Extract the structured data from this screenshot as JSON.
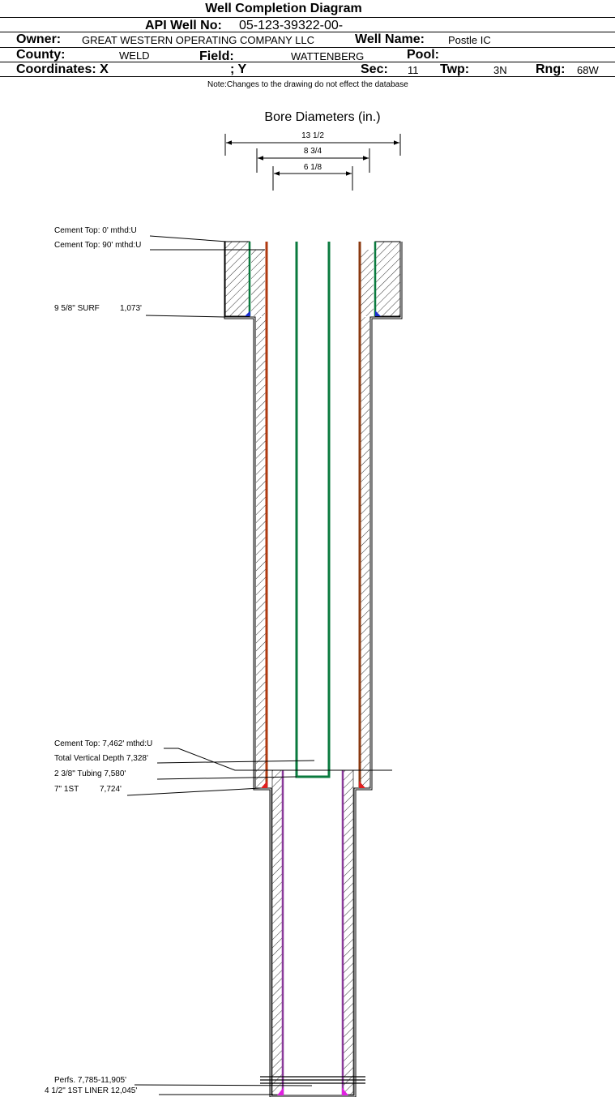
{
  "header": {
    "title": "Well Completion Diagram",
    "api_label": "API Well No:",
    "api_value": "05-123-39322-00-",
    "owner_label": "Owner:",
    "owner_value": "GREAT WESTERN OPERATING COMPANY LLC",
    "well_name_label": "Well Name:",
    "well_name_value": "Postle IC",
    "county_label": "County:",
    "county_value": "WELD",
    "field_label": "Field:",
    "field_value": "WATTENBERG",
    "pool_label": "Pool:",
    "pool_value": "",
    "coord_x_label": "Coordinates: X",
    "coord_y_label": "; Y",
    "sec_label": "Sec:",
    "sec_value": "11",
    "twp_label": "Twp:",
    "twp_value": "3N",
    "rng_label": "Rng:",
    "rng_value": "68W",
    "note": "Note:Changes to the drawing do not effect the database"
  },
  "bore_diameters": {
    "title": "Bore Diameters (in.)",
    "values": [
      "13 1/2",
      "8 3/4",
      "6 1/8"
    ]
  },
  "annotations": {
    "cement_top_surface": "Cement Top: 0' mthd:U",
    "cement_top_90": "Cement Top: 90' mthd:U",
    "surf_casing": "9 5/8\" SURF",
    "surf_depth": "1,073'",
    "cement_top_7462": "Cement Top: 7,462' mthd:U",
    "tvd": "Total Vertical Depth 7,328'",
    "tubing": "2 3/8\" Tubing 7,580'",
    "first_string": "7\" 1ST",
    "first_string_depth": "7,724'",
    "perfs": "Perfs. 7,785-11,905'",
    "liner": "4 1/2\" 1ST LINER  12,045'"
  },
  "colors": {
    "surface_casing": "#0a7a3e",
    "first_string_casing": "#b03a10",
    "tubing": "#0a7a3e",
    "liner": "#8a3a9a",
    "cement_shoe_blue": "#1a2fd0",
    "cement_shoe_red": "#e02020",
    "cement_shoe_magenta": "#e020e0"
  }
}
